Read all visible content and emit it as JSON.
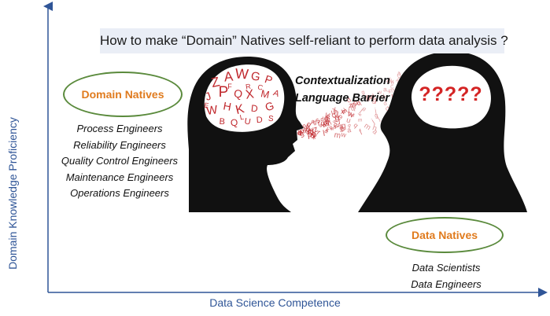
{
  "title": "How to make “Domain” Natives self-reliant to perform data analysis ?",
  "y_axis_label": "Domain Knowledge Proficiency",
  "x_axis_label": "Data Science Competence",
  "domain_natives": {
    "label": "Domain Natives",
    "roles": [
      "Process Engineers",
      "Reliability Engineers",
      "Quality Control Engineers",
      "Maintenance Engineers",
      "Operations Engineers"
    ]
  },
  "data_natives": {
    "label": "Data Natives",
    "roles": [
      "Data Scientists",
      "Data Engineers"
    ]
  },
  "barrier": {
    "line1": "Contextualization",
    "line2": "Language Barrier"
  },
  "confusion_marks": "?????",
  "brain_letters": [
    "Z",
    "A",
    "W",
    "G",
    "P",
    "J",
    "P",
    "Q",
    "X",
    "M",
    "W",
    "H",
    "K",
    "D",
    "G",
    "B",
    "Q",
    "U",
    "D",
    "A",
    "F",
    "R",
    "E",
    "S",
    "L",
    "C"
  ],
  "colors": {
    "axis": "#2f5597",
    "accent_orange": "#e07b1e",
    "ellipse_green": "#5a8a3c",
    "letters_red": "#c0282d",
    "question_red": "#d42424",
    "title_bg": "#eaeef6"
  }
}
